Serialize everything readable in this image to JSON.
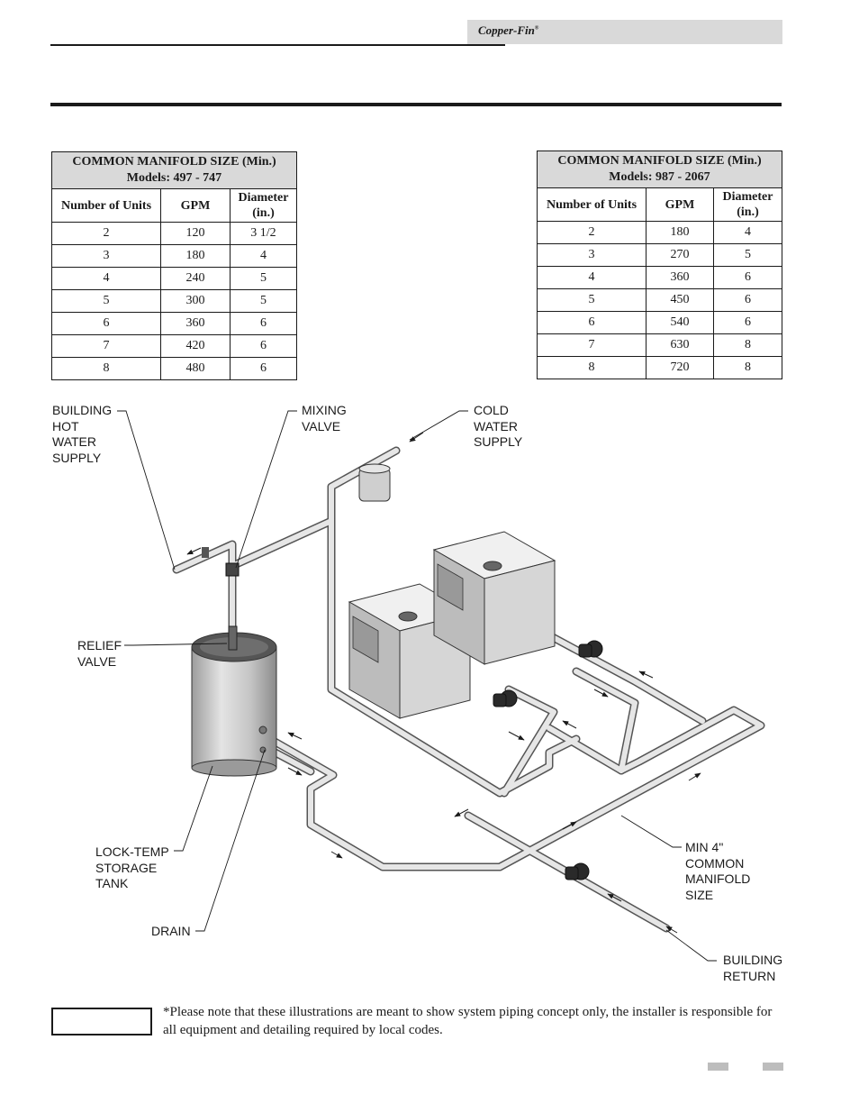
{
  "header": {
    "brand": "Copper-Fin",
    "brand_mark": "®"
  },
  "table_left": {
    "caption_line1": "COMMON MANIFOLD SIZE (Min.)",
    "caption_line2": "Models:  497 - 747",
    "columns": [
      "Number of Units",
      "GPM",
      "Diameter (in.)"
    ],
    "rows": [
      [
        "2",
        "120",
        "3 1/2"
      ],
      [
        "3",
        "180",
        "4"
      ],
      [
        "4",
        "240",
        "5"
      ],
      [
        "5",
        "300",
        "5"
      ],
      [
        "6",
        "360",
        "6"
      ],
      [
        "7",
        "420",
        "6"
      ],
      [
        "8",
        "480",
        "6"
      ]
    ]
  },
  "table_right": {
    "caption_line1": "COMMON MANIFOLD SIZE (Min.)",
    "caption_line2": "Models:  987 - 2067",
    "columns": [
      "Number of Units",
      "GPM",
      "Diameter (in.)"
    ],
    "rows": [
      [
        "2",
        "180",
        "4"
      ],
      [
        "3",
        "270",
        "5"
      ],
      [
        "4",
        "360",
        "6"
      ],
      [
        "5",
        "450",
        "6"
      ],
      [
        "6",
        "540",
        "6"
      ],
      [
        "7",
        "630",
        "8"
      ],
      [
        "8",
        "720",
        "8"
      ]
    ]
  },
  "diagram": {
    "labels": {
      "building_hot_water_supply": "BUILDING\nHOT\nWATER\nSUPPLY",
      "mixing_valve": "MIXING\nVALVE",
      "cold_water_supply": "COLD\nWATER\nSUPPLY",
      "relief_valve": "RELIEF\nVALVE",
      "lock_temp_storage_tank": "LOCK-TEMP\nSTORAGE\nTANK",
      "drain": "DRAIN",
      "min_common_manifold": "MIN 4\"\nCOMMON\nMANIFOLD\nSIZE",
      "building_return": "BUILDING\nRETURN"
    }
  },
  "footer": {
    "note": "*Please note that these illustrations are meant to show system piping concept only, the installer is responsible for all equipment and detailing required by local codes."
  }
}
